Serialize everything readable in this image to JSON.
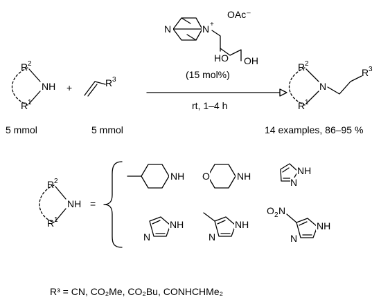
{
  "scheme": {
    "catalyst_amount": "(15 mol%)",
    "conditions": "rt, 1–4 h",
    "amine_amount": "5 mmol",
    "alkene_amount": "5 mmol",
    "result": "14 examples, 86–95 %",
    "plus": "+",
    "equals": "=",
    "r3_list": "R³ = CN, CO₂Me, CO₂Bu, CONHCHMe₂",
    "anion": "OAc⁻"
  }
}
